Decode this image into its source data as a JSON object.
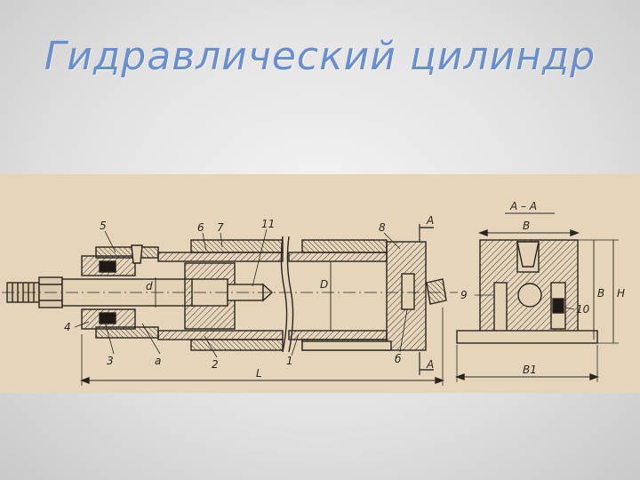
{
  "slide": {
    "title": "Гидравлический цилиндр"
  },
  "drawing": {
    "labels": {
      "l5": "5",
      "l6": "6",
      "l7": "7",
      "l11": "11",
      "l8": "8",
      "ld": "d",
      "lD": "D",
      "l4": "4",
      "l3": "3",
      "la": "a",
      "l2": "2",
      "lL": "L",
      "l1": "1",
      "lb": "б",
      "lA1": "A",
      "lA2": "A",
      "lAA": "A – A",
      "lB": "B",
      "lB1": "B1",
      "lH": "H",
      "lBv": "B",
      "l9": "9",
      "l10": "10"
    }
  }
}
